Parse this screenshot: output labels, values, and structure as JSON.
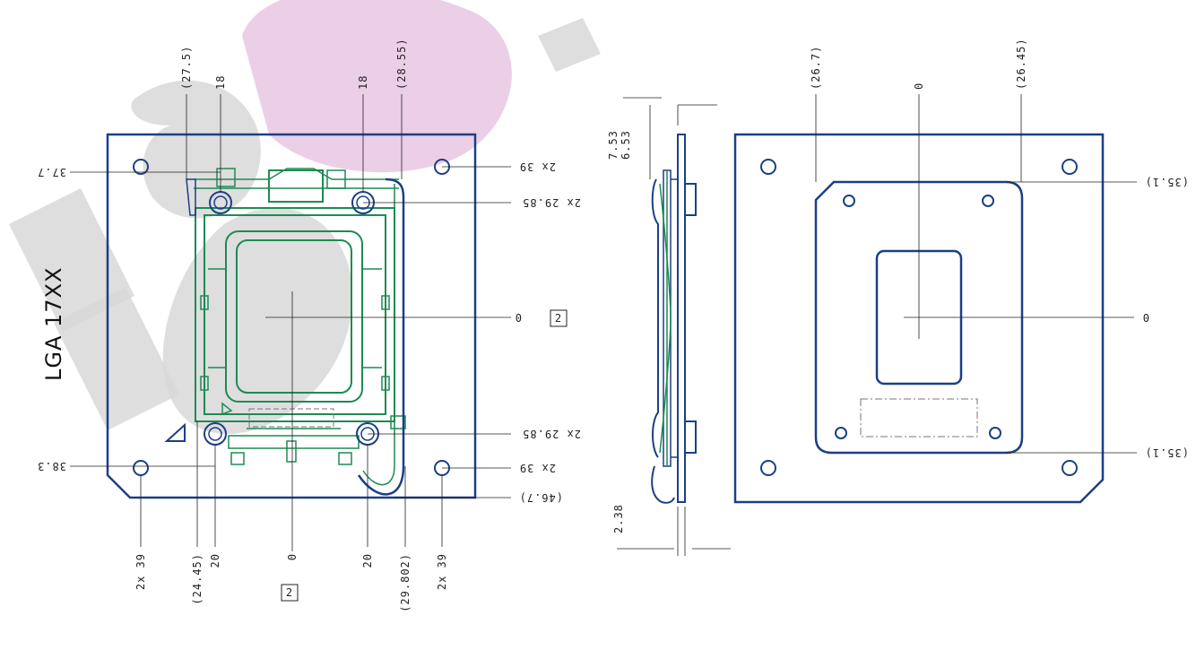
{
  "title": "LGA 17XX",
  "colors": {
    "plate": "#1b3f86",
    "socket": "#1f8a52",
    "leader": "#222222",
    "watermark_gray": "#d8d8d8",
    "watermark_pink": "#e8c7e3"
  },
  "front_view": {
    "right_callouts": [
      "2x 39",
      "2x 29.85",
      "0",
      "2x 29.85",
      "2x 39",
      "(46.7)"
    ],
    "left_callouts": [
      "37.7",
      "38.3"
    ],
    "top_callouts": [
      "(27.5)",
      "18",
      "18",
      "(28.55)"
    ],
    "bottom_callouts": [
      "2x 39",
      "(24.45)",
      "20",
      "0",
      "20",
      "(29.802)",
      "2x 39"
    ],
    "datum_right": "2",
    "datum_bottom": "2"
  },
  "side_view": {
    "top_callouts": [
      "7.53",
      "6.53"
    ],
    "bottom_callout": "2.38"
  },
  "back_view": {
    "top_callouts": [
      "(26.7)",
      "0",
      "(26.45)"
    ],
    "right_callouts": [
      "(35.1)",
      "0",
      "(35.1)"
    ]
  }
}
